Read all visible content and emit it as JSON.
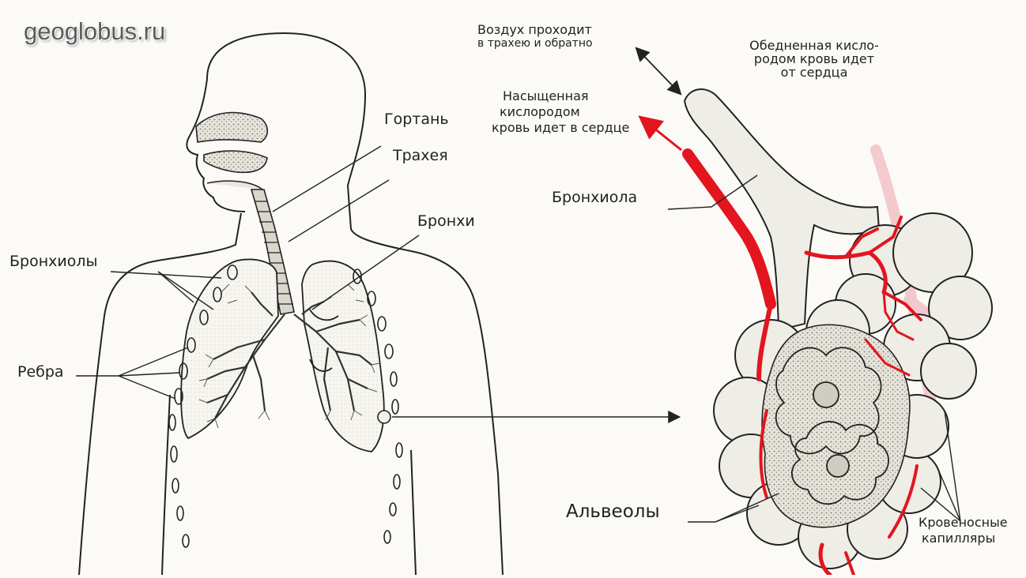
{
  "watermark": "geoglobus.ru",
  "labels": {
    "larynx": "Гортань",
    "trachea": "Трахея",
    "bronchi": "Бронхи",
    "bronchioles": "Бронхиолы",
    "ribs": "Ребра",
    "air_line1": "Воздух проходит",
    "air_line2": "в трахею и обратно",
    "depleted_line1": "Обедненная кисло-",
    "depleted_line2": "родом кровь идет",
    "depleted_line3": "от сердца",
    "saturated_line1": "Насыщенная",
    "saturated_line2": "кислородом",
    "saturated_line3": "кровь идет в сердце",
    "bronchiole": "Бронхиола",
    "alveoli": "Альвеолы",
    "capillaries_line1": "Кровеносные",
    "capillaries_line2": "капилляры"
  },
  "colors": {
    "outline": "#222222",
    "blood_oxygenated": "#e3151f",
    "blood_depleted": "#f2b9c0",
    "tissue": "#efeee6"
  }
}
